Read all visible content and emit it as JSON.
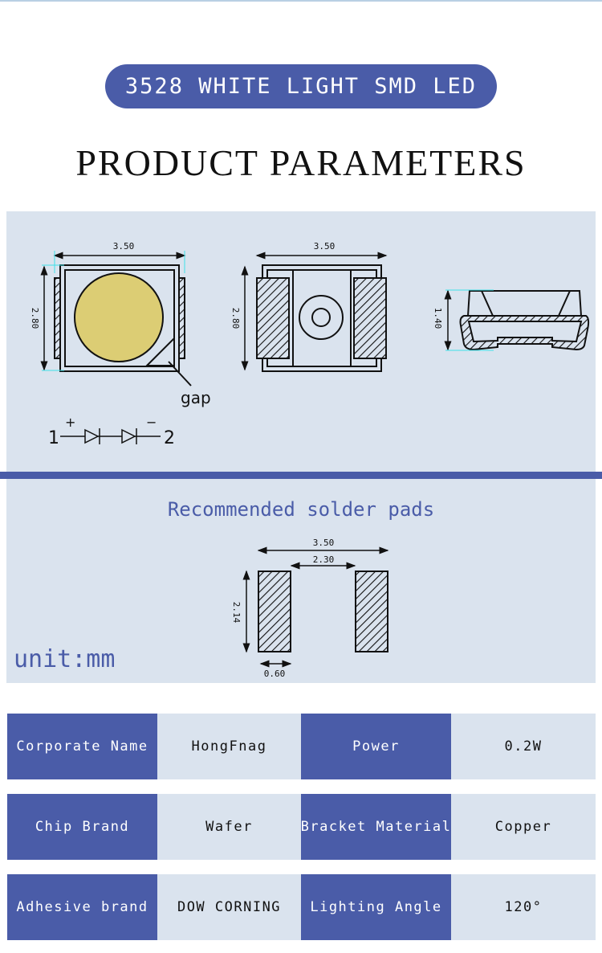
{
  "badge": "3528 WHITE LIGHT SMD LED",
  "title": "PRODUCT PARAMETERS",
  "diagram": {
    "top_width": "3.50",
    "top_height": "2.80",
    "bottom_width": "3.50",
    "bottom_height": "2.80",
    "side_height": "1.40",
    "gap_label": "gap",
    "pin1": "1",
    "pin2": "2",
    "plus": "+",
    "minus": "−"
  },
  "pads": {
    "title": "Recommended solder pads",
    "overall": "3.50",
    "spacing": "2.30",
    "height": "2.14",
    "pad_width": "0.60",
    "unit": "unit:mm"
  },
  "specs": [
    {
      "k1": "Corporate Name",
      "v1": "HongFnag",
      "k2": "Power",
      "v2": "0.2W"
    },
    {
      "k1": "Chip Brand",
      "v1": "Wafer",
      "k2": "Bracket Material",
      "v2": "Copper"
    },
    {
      "k1": "Adhesive brand",
      "v1": "DOW CORNING",
      "k2": "Lighting Angle",
      "v2": "120°"
    }
  ],
  "colors": {
    "accent": "#4a5ca8",
    "panel": "#dae3ee",
    "led": "#dccd74"
  }
}
